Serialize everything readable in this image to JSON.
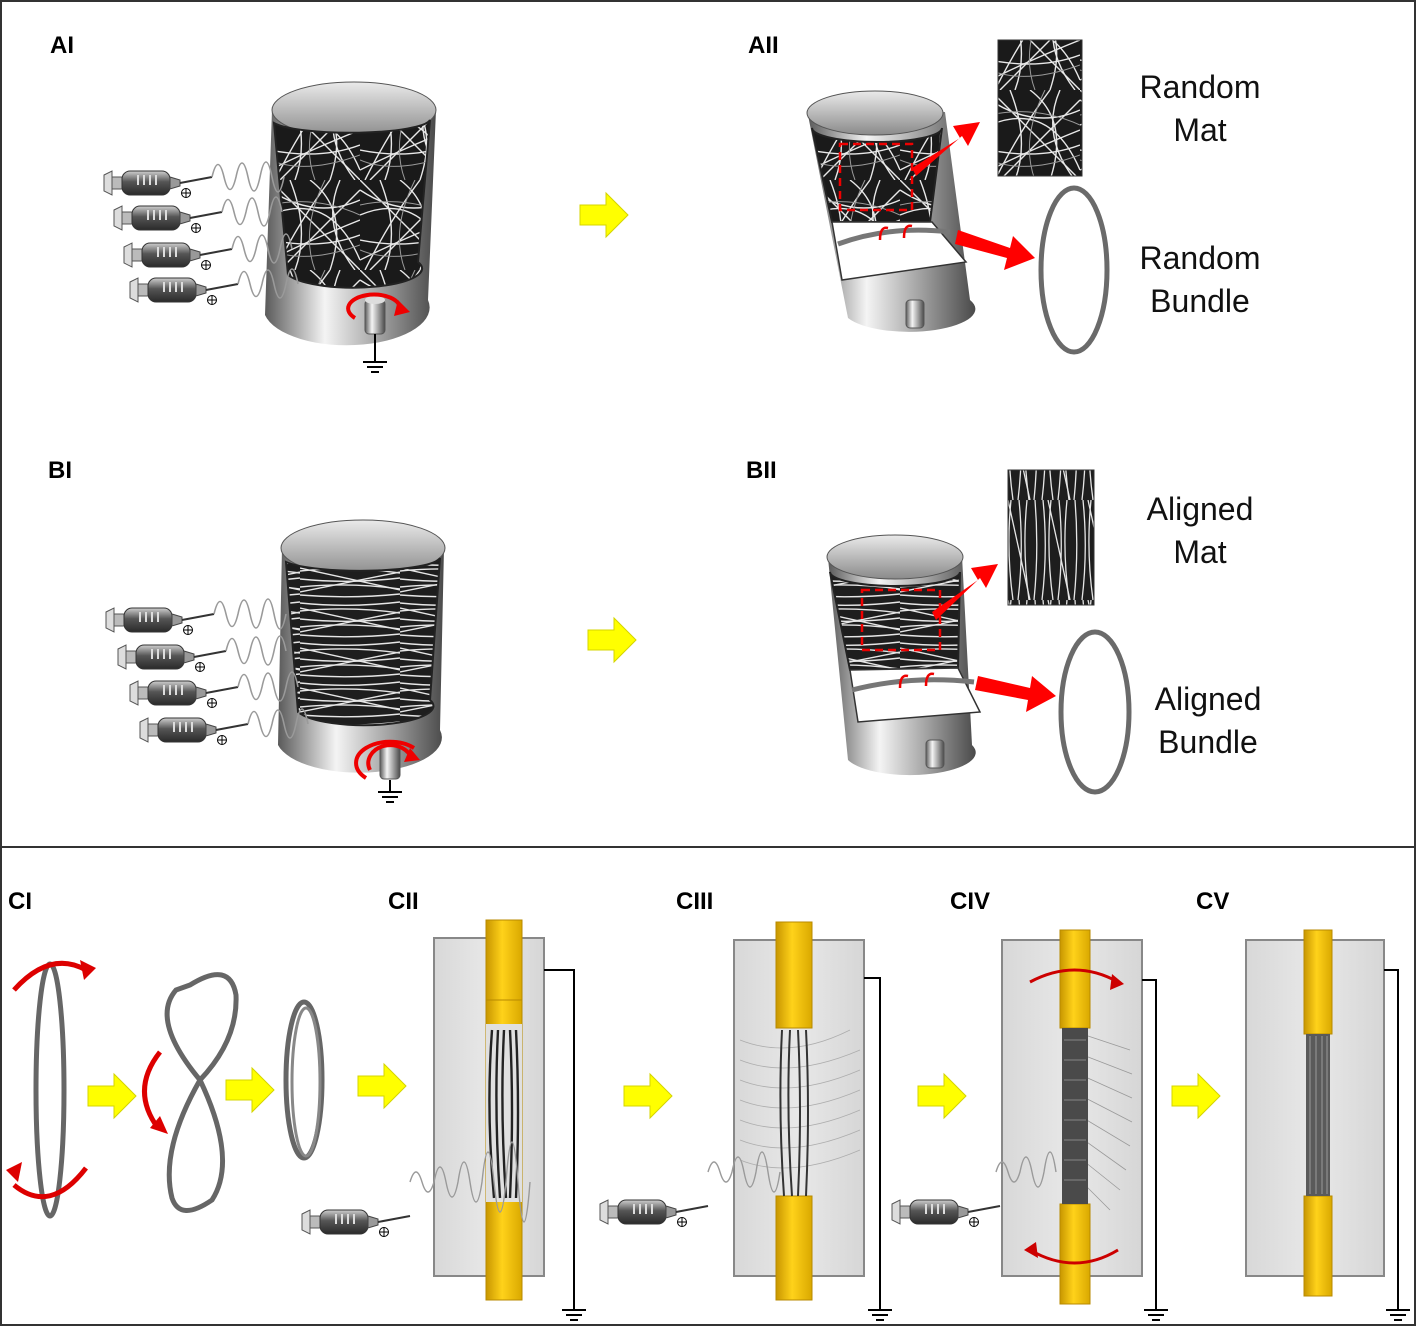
{
  "panels": {
    "AI": {
      "label": "AI"
    },
    "AII": {
      "label": "AII",
      "top_caption": [
        "Random",
        "Mat"
      ],
      "bottom_caption": [
        "Random",
        "Bundle"
      ]
    },
    "BI": {
      "label": "BI"
    },
    "BII": {
      "label": "BII",
      "top_caption": [
        "Aligned",
        "Mat"
      ],
      "bottom_caption": [
        "Aligned",
        "Bundle"
      ]
    },
    "CI": {
      "label": "CI"
    },
    "CII": {
      "label": "CII"
    },
    "CIII": {
      "label": "CIII"
    },
    "CIV": {
      "label": "CIV"
    },
    "CV": {
      "label": "CV"
    }
  },
  "colors": {
    "arrow_yellow": "#ffff00",
    "arrow_red": "#ff0000",
    "frame_gray": "#e3e3e3",
    "clamp_gold": "#f5c400",
    "ring_gray": "#6a6a6a",
    "fiber_dark": "#222222"
  },
  "icons": [
    "syringe-icon",
    "ground-symbol-icon",
    "rotation-arrow-icon",
    "charge-plus-icon",
    "right-arrow-icon"
  ]
}
